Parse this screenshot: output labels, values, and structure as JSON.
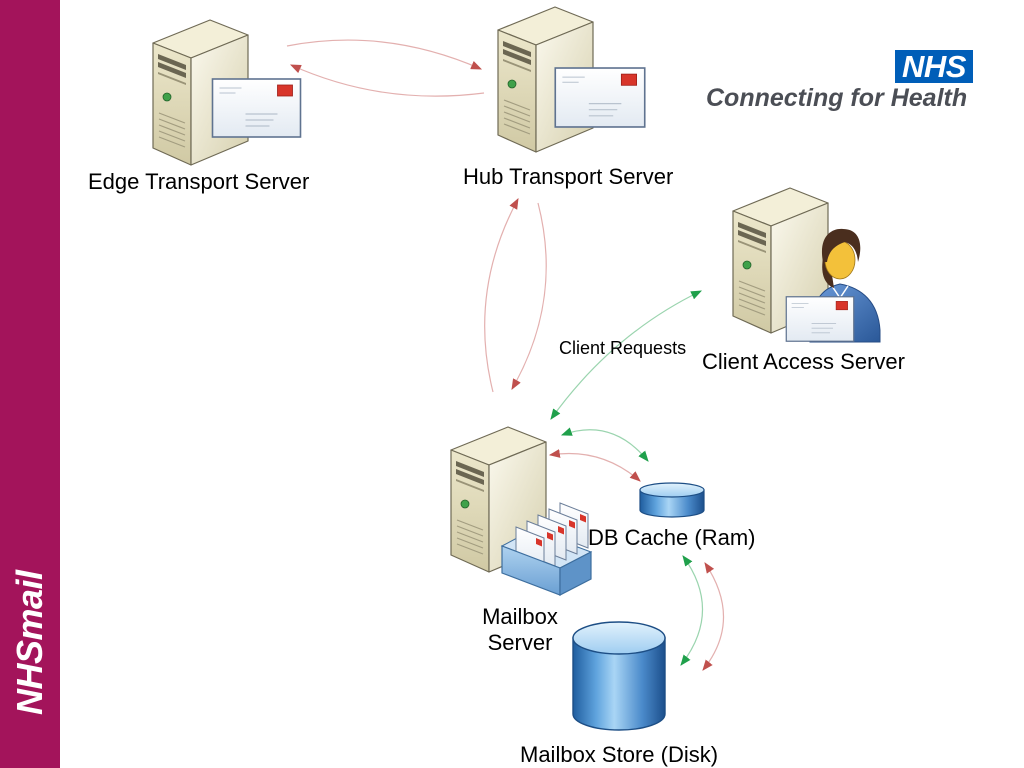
{
  "slide": {
    "sidebar": {
      "brand": "NHSmail",
      "color": "#A3145B"
    },
    "logo": {
      "badge": "NHS",
      "tagline": "Connecting for Health",
      "badge_color": "#005EB8",
      "tagline_color": "#4B4E55"
    }
  },
  "diagram": {
    "nodes": [
      {
        "label": "Edge Transport Server",
        "icon": "server-envelope-icon"
      },
      {
        "label": "Hub Transport Server",
        "icon": "server-envelope-icon"
      },
      {
        "label": "Client Access Server",
        "icon": "server-user-envelope-icon"
      },
      {
        "label": "Mailbox Server",
        "icon": "server-mail-tray-icon"
      },
      {
        "label": "DB Cache (Ram)",
        "icon": "database-cylinder-icon"
      },
      {
        "label": "Mailbox Store (Disk)",
        "icon": "database-cylinder-icon"
      }
    ],
    "connections": [
      {
        "from": 0,
        "to": 1,
        "color": "#C0504D"
      },
      {
        "from": 1,
        "to": 0,
        "color": "#C0504D"
      },
      {
        "from": 3,
        "to": 1,
        "color": "#C0504D"
      },
      {
        "from": 1,
        "to": 3,
        "color": "#C0504D"
      },
      {
        "from": 2,
        "to": 3,
        "color": "#1FA04B",
        "two_headed": true,
        "label": "Client Requests"
      },
      {
        "from": 3,
        "to": 4,
        "color": "#1FA04B",
        "two_headed": true
      },
      {
        "from": 3,
        "to": 4,
        "color": "#C0504D",
        "two_headed": true
      },
      {
        "from": 4,
        "to": 5,
        "color": "#1FA04B",
        "two_headed": true
      },
      {
        "from": 4,
        "to": 5,
        "color": "#C0504D",
        "two_headed": true
      }
    ]
  }
}
